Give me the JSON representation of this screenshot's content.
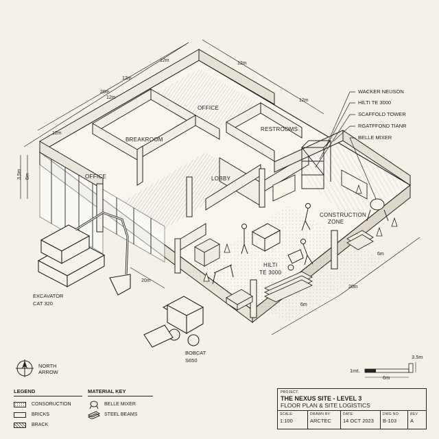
{
  "rooms": {
    "office_left": "OFFICE",
    "breakroom": "BREAKROOM",
    "office_right": "OFFICE",
    "restrooms": "RESTROOMS",
    "lobby": "LOBBY",
    "construction_zone": "CONSTRUCTION\nZONE",
    "hilti_floor": "HILTI\nTE 3000"
  },
  "dimensions": {
    "top_1": "12m",
    "top_2": "12m",
    "top_3": "20m",
    "top_inner": "12m",
    "top_right": "12m",
    "right_ext": "12m",
    "left_width": "12m",
    "height_outer": "3.5m",
    "height_inner": "6m",
    "front_left": "20m",
    "front_right": "6m",
    "right_side_1": "6m",
    "right_side_2": "20m"
  },
  "callouts": [
    "WACKER NEUSON",
    "HILTI TE 3000",
    "SCAFFOLD TOWER",
    "RGATFFOND TIANR",
    "BELLE MIXER"
  ],
  "equipment": {
    "excavator": "EXCAVATOR\nCAT 320",
    "bobcat": "BOBCAT\nS650"
  },
  "north": "NORTH\nARROW",
  "legend": {
    "title": "LEGEND",
    "items": [
      "CONSORUCTION",
      "BRICKS",
      "BRACK"
    ]
  },
  "material_key": {
    "title": "MATERIAL KEY",
    "items": [
      "BELLE MIXER",
      "STEEL BEAMS"
    ]
  },
  "scale_bar": {
    "unit": "1mt.",
    "length": "6m",
    "height": "3.5m"
  },
  "title_block": {
    "project_label": "PROJECT:",
    "project": "THE NEXUS SITE - LEVEL 3",
    "subtitle": "FLOOR PLAN & SITE LOGISTICS",
    "scale_label": "SCALE:",
    "scale": "1:100",
    "drawn_label": "DRAWN BY:",
    "drawn": "ARCTEC",
    "date_label": "DATE:",
    "date": "14 OCT 2023",
    "dwg_label": "DWG NO:",
    "dwg": "B-103",
    "rev_label": "REV",
    "rev": "A"
  }
}
